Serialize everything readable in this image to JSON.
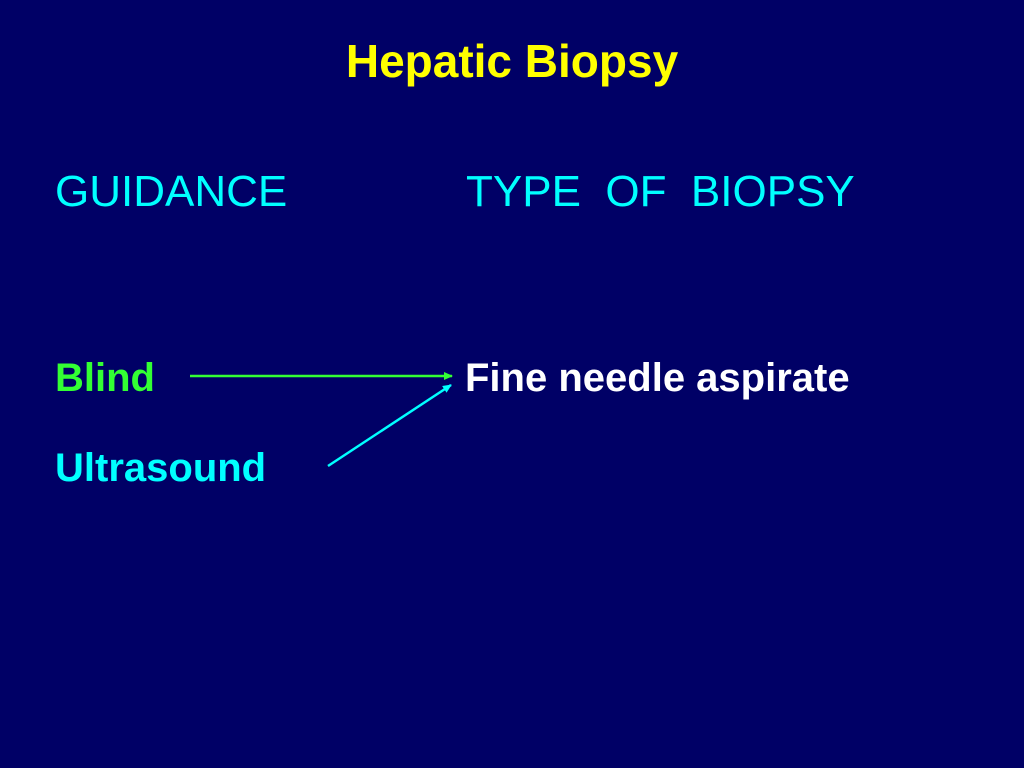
{
  "slide": {
    "title": "Hepatic Biopsy",
    "columns": {
      "guidance_header": "GUIDANCE",
      "type_header": "TYPE  OF  BIOPSY"
    },
    "guidance_items": [
      {
        "label": "Blind",
        "color": "#33ff33"
      },
      {
        "label": "Ultrasound",
        "color": "#00ffff"
      }
    ],
    "biopsy_types": [
      {
        "label": "Fine needle aspirate",
        "color": "#ffffff"
      }
    ],
    "connections": [
      {
        "from": "Blind",
        "to": "Fine needle aspirate",
        "color": "#33ff33"
      },
      {
        "from": "Ultrasound",
        "to": "Fine needle aspirate",
        "color": "#00ffff"
      }
    ],
    "colors": {
      "background": "#000066",
      "title": "#ffff00",
      "headers": "#00ffff"
    }
  }
}
